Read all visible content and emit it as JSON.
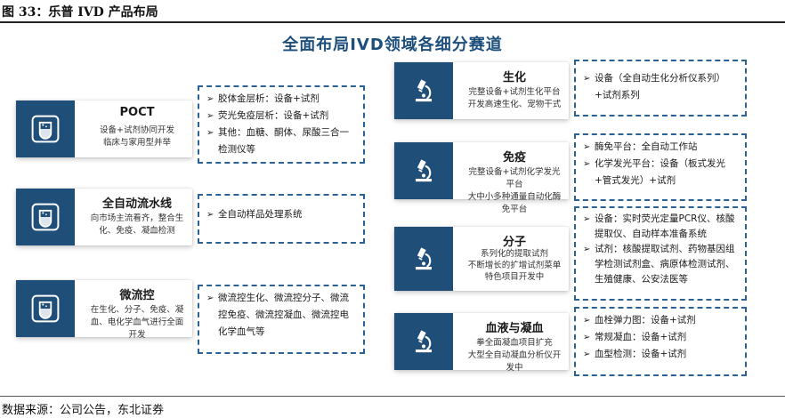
{
  "figure_title": "图 33：乐普 IVD 产品布局",
  "main_title": "全面布局IVD领域各细分赛道",
  "source": "数据来源：公司公告，东北证券",
  "left_segments": [
    {
      "name": "POCT",
      "icon": "flask-monitor-icon",
      "desc": "设备+试剂协同开发\n临床与家用型并举",
      "details": [
        "胶体金层析：设备+试剂",
        "荧光免疫层析：设备+试剂",
        "其他：血糖、酮体、尿酸三合一检测仪等"
      ]
    },
    {
      "name": "全自动流水线",
      "icon": "flask-monitor-icon",
      "desc": "向市场主流看齐，整合生化、免疫、凝血检测",
      "details": [
        "全自动样品处理系统"
      ]
    },
    {
      "name": "微流控",
      "icon": "flask-monitor-icon",
      "desc": "在生化、分子、免疫、凝血、电化学血气进行全面开发",
      "details": [
        "微流控生化、微流控分子、微流控免疫、微流控凝血、微流控电化学血气等"
      ]
    }
  ],
  "right_segments": [
    {
      "name": "生化",
      "icon": "microscope-icon",
      "desc": "完整设备+试剂生化平台\n开发高速生化、宠物干式",
      "details": [
        "设备（全自动生化分析仪系列）+试剂系列"
      ]
    },
    {
      "name": "免疫",
      "icon": "microscope-icon",
      "desc": "完整设备+试剂化学发光平台\n大中小多种通量自动化酶免平台",
      "details": [
        "酶免平台：全自动工作站",
        "化学发光平台：设备（板式发光+管式发光）+试剂"
      ]
    },
    {
      "name": "分子",
      "icon": "microscope-icon",
      "desc": "系列化的提取试剂\n不断增长的扩增试剂菜单\n特色项目开发中",
      "details": [
        "设备：实时荧光定量PCR仪、核酸提取仪、自动样本准备系统",
        "试剂：核酸提取试剂、药物基因组学检测试剂盒、病原体检测试剂、生殖健康、公安法医等"
      ]
    },
    {
      "name": "血液与凝血",
      "icon": "microscope-icon",
      "desc": "拳全面凝血项目扩充\n大型全自动凝血分析仪开发中",
      "details": [
        "血栓弹力图：设备+试剂",
        "常规凝血：设备+试剂",
        "血型检测：设备+试剂"
      ]
    }
  ],
  "colors": {
    "tile": "#1f4e79",
    "title": "#1d4f7c",
    "dash": "#2a6296"
  }
}
